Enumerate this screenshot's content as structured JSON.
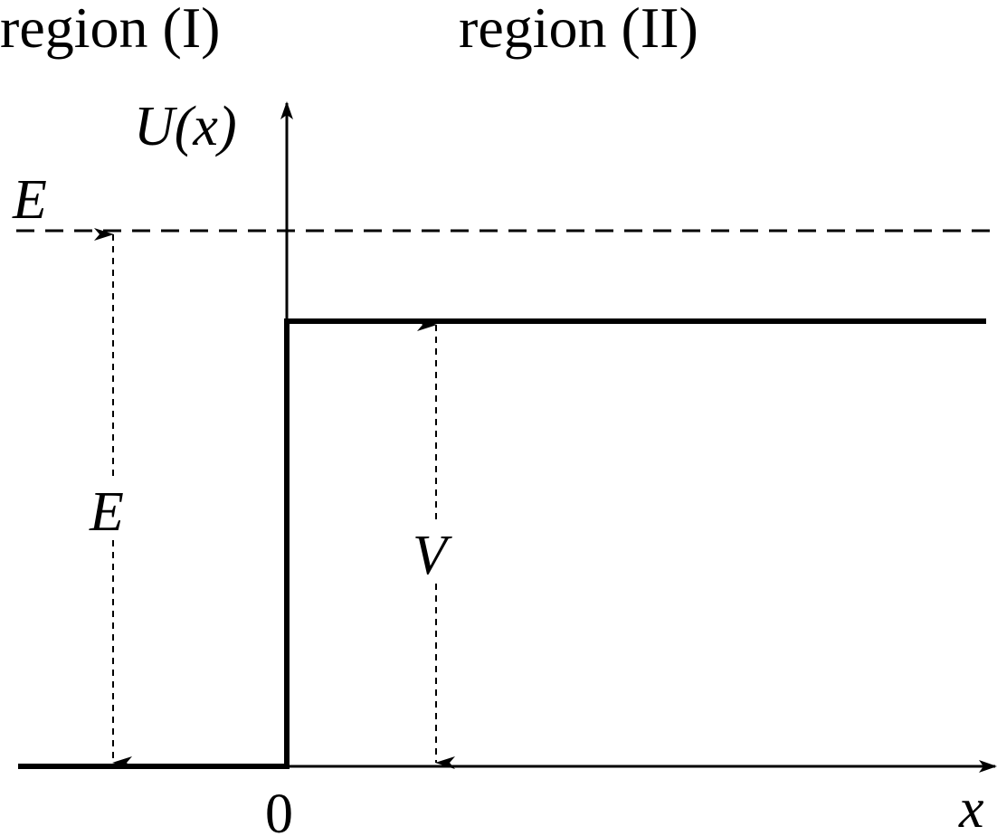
{
  "labels": {
    "region_one": "region (I)",
    "region_two": "region (II)",
    "y_axis": "U(x)",
    "x_axis": "x",
    "origin": "0",
    "energy_level": "E",
    "energy_span": "E",
    "barrier_span": "V"
  },
  "colors": {
    "ink": "#000000",
    "background": "#ffffff"
  }
}
